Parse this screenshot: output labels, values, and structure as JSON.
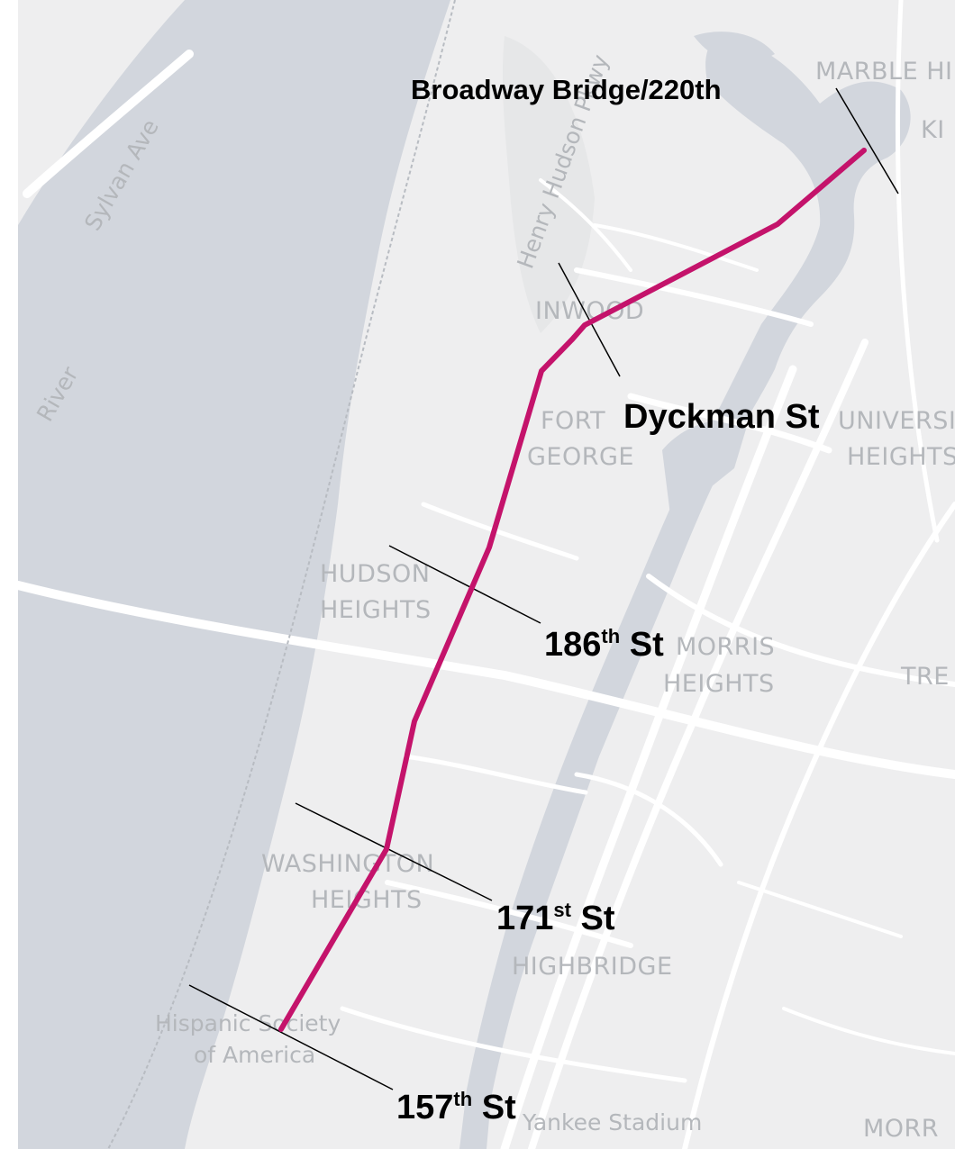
{
  "colors": {
    "water": "#d2d6dd",
    "land": "#eeeeef",
    "road": "#ffffff",
    "route": "#c4136b",
    "label": "#000000",
    "map_label": "#b4b7bb"
  },
  "route": {
    "name": "",
    "stops": [
      {
        "label": "Broadway Bridge/220th"
      },
      {
        "label": "Dyckman St"
      },
      {
        "base": "186",
        "sup": "th",
        "suffix": " St"
      },
      {
        "base": "171",
        "sup": "st",
        "suffix": " St"
      },
      {
        "base": "157",
        "sup": "th",
        "suffix": " St"
      }
    ]
  },
  "map_labels": {
    "neighborhoods": [
      "MARBLE HILL",
      "KI",
      "INWOOD",
      "FORT",
      "GEORGE",
      "UNIVERSITY",
      "HEIGHTS",
      "HUDSON",
      "HEIGHTS",
      "MORRIS",
      "HEIGHTS",
      "TRE",
      "WASHINGTON",
      "HEIGHTS",
      "HIGHBRIDGE",
      "MORR"
    ],
    "streets": [
      "Sylvan Ave",
      "Henry Hudson Pkwy",
      "River"
    ],
    "places": [
      "Hispanic Society",
      "of America",
      "Yankee Stadium"
    ]
  }
}
